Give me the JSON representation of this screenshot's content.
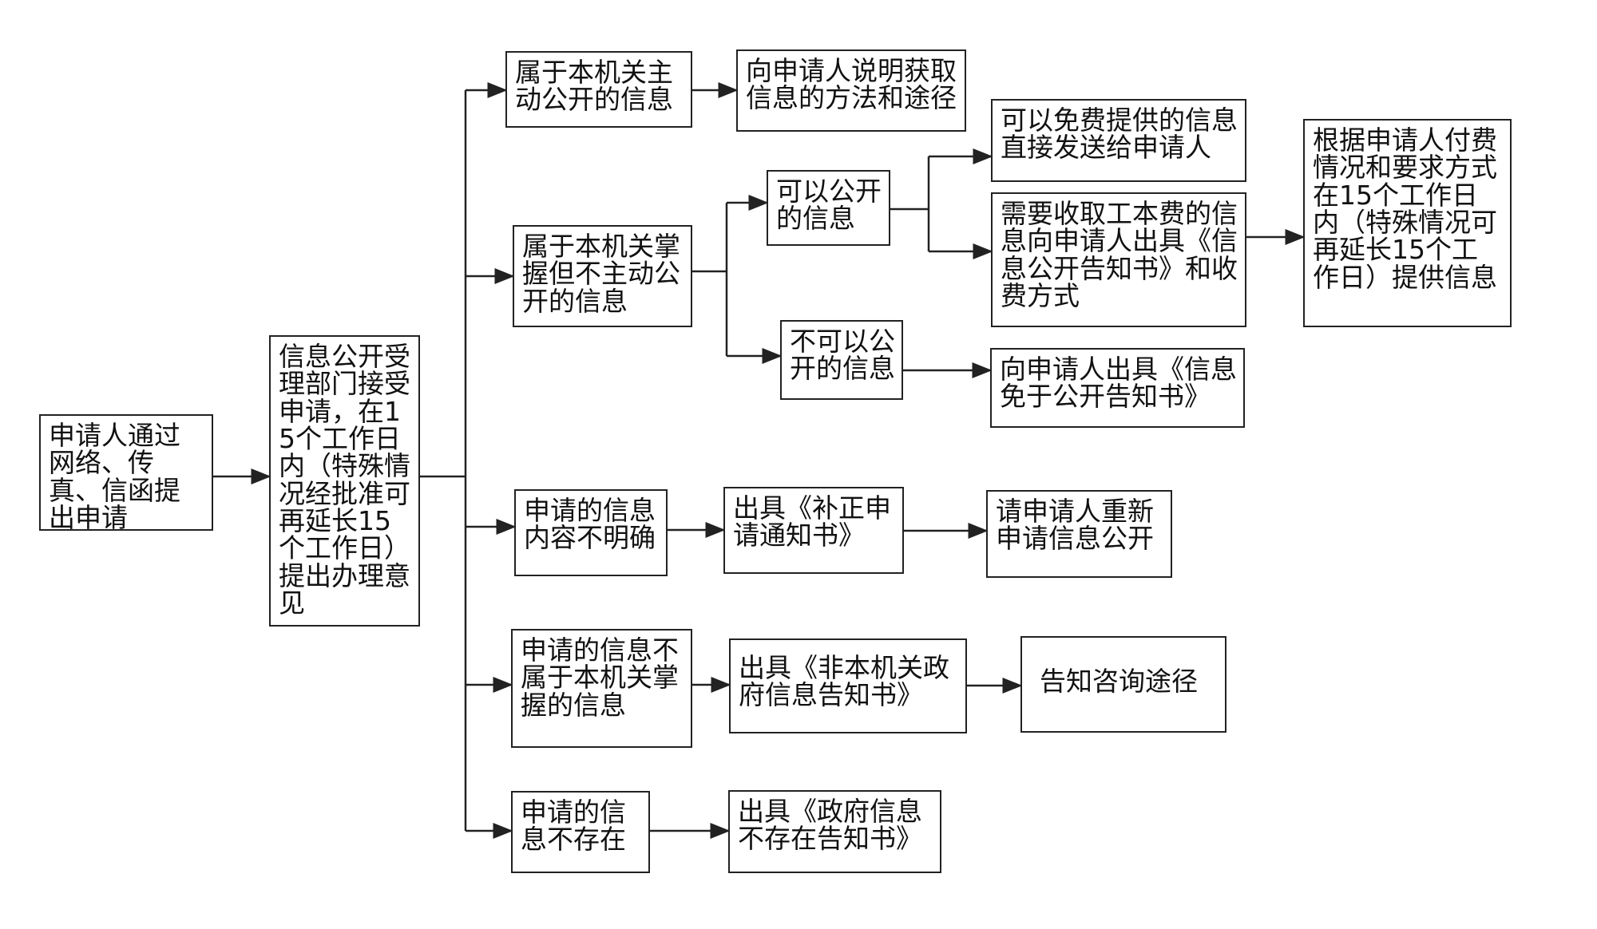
{
  "nodes": {
    "apply": "申请人通过网络、传真、信函提出申请",
    "accept": "信息公开受理部门接受申请，在15个工作日内（特殊情况经批准可再延长15个工作日）提出办理意见",
    "active_public": "属于本机关主动公开的信息",
    "explain_method": "向申请人说明获取信息的方法和途径",
    "held_not_public": "属于本机关掌握但不主动公开的信息",
    "can_public": "可以公开的信息",
    "cannot_public": "不可以公开的信息",
    "free_info": "可以免费提供的信息直接发送给申请人",
    "fee_info": "需要收取工本费的信息向申请人出具《信息公开告知书》和收费方式",
    "exempt_notice": "向申请人出具《信息免于公开告知书》",
    "provide_info": "根据申请人付费情况和要求方式在15个工作日内（特殊情况可再延长15个工作日）提供信息",
    "unclear": "申请的信息内容不明确",
    "correction_notice": "出具《补正申请通知书》",
    "reapply": "请申请人重新申请信息公开",
    "not_held": "申请的信息不属于本机关掌握的信息",
    "non_agency_notice": "出具《非本机关政府信息告知书》",
    "inform_channel": "告知咨询途径",
    "not_exist": "申请的信息不存在",
    "not_exist_notice": "出具《政府信息不存在告知书》"
  }
}
